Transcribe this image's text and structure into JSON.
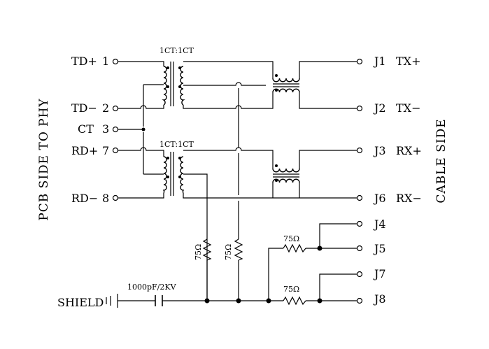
{
  "labels": {
    "left_side": "PCB SIDE TO PHY",
    "right_side": "CABLE SIDE",
    "xfmr_top_ratio": "1CT:1CT",
    "xfmr_bottom_ratio": "1CT:1CT",
    "resistor": "75Ω",
    "cap": "1000pF/2KV",
    "shield": "SHIELD"
  },
  "left_pins": [
    {
      "name": "TD+",
      "num": "1"
    },
    {
      "name": "TD−",
      "num": "2"
    },
    {
      "name": "CT",
      "num": "3"
    },
    {
      "name": "RD+",
      "num": "7"
    },
    {
      "name": "RD−",
      "num": "8"
    }
  ],
  "right_pins": [
    {
      "name": "J1",
      "sig": "TX+"
    },
    {
      "name": "J2",
      "sig": "TX−"
    },
    {
      "name": "J3",
      "sig": "RX+"
    },
    {
      "name": "J6",
      "sig": "RX−"
    },
    {
      "name": "J4",
      "sig": ""
    },
    {
      "name": "J5",
      "sig": ""
    },
    {
      "name": "J7",
      "sig": ""
    },
    {
      "name": "J8",
      "sig": ""
    }
  ]
}
